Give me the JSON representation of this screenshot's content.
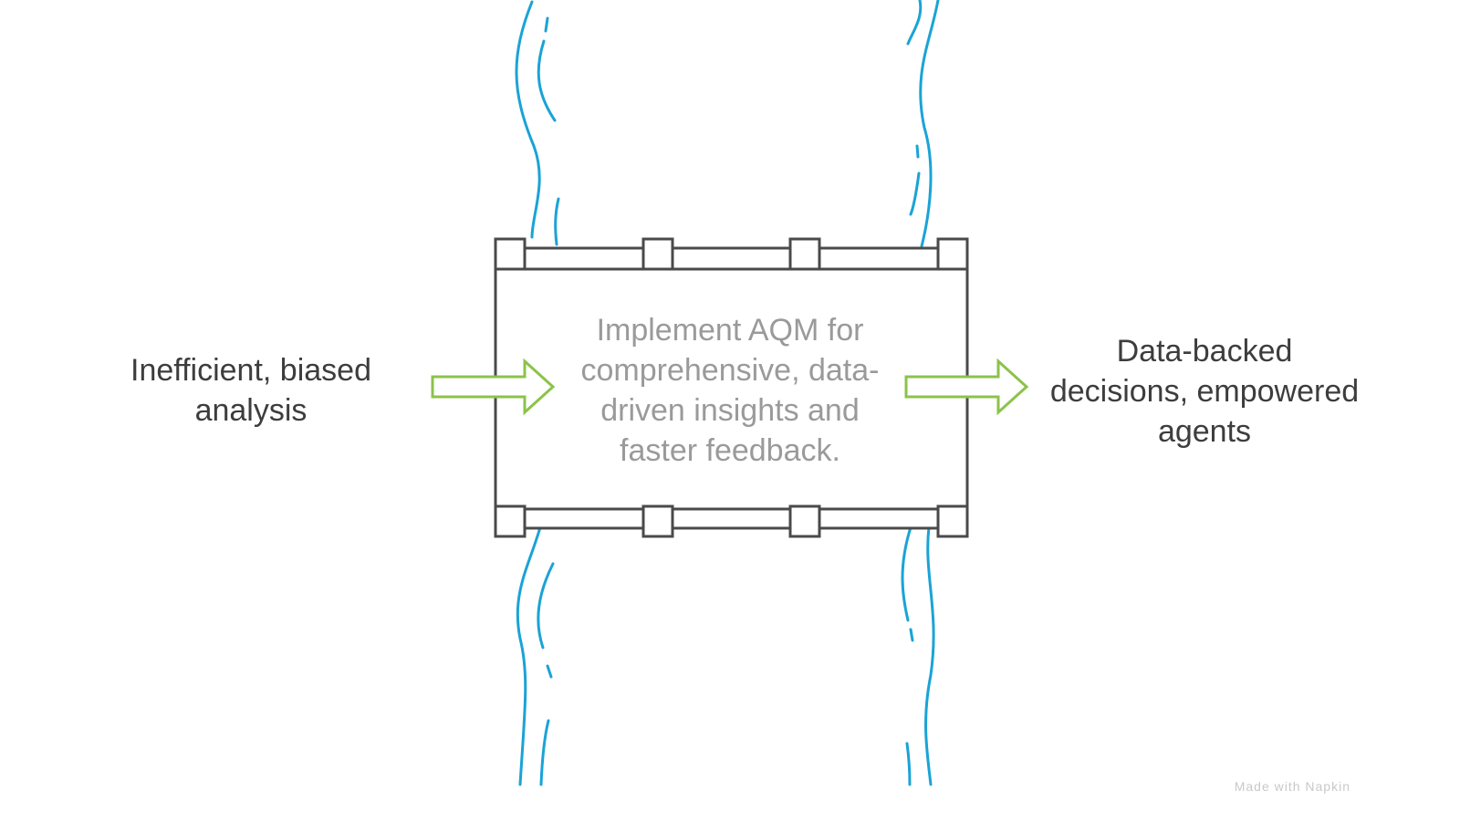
{
  "diagram": {
    "input_text": "Inefficient, biased\nanalysis",
    "process_text": "Implement AQM for comprehensive, data-driven insights and faster feedback.",
    "output_text": "Data-backed decisions, empowered agents",
    "footer_text": "Made with Napkin"
  },
  "colors": {
    "water": "#1aa3d6",
    "arrow": "#8bc34a",
    "frame": "#4a4a4a",
    "text_dark": "#3d3d3d",
    "text_muted": "#9a9a9a"
  }
}
